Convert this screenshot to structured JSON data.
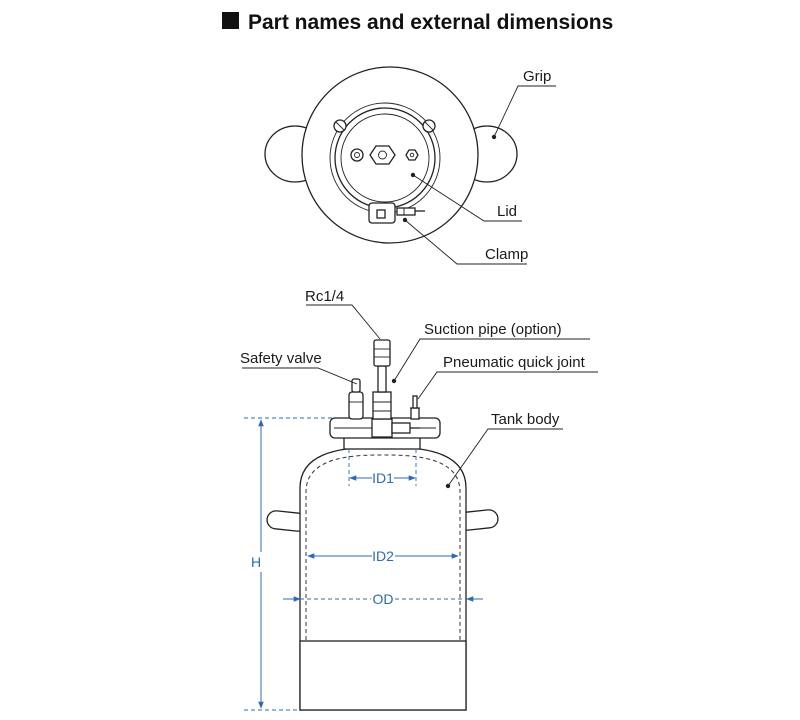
{
  "title": "Part names and external dimensions",
  "top_view": {
    "labels": {
      "grip": "Grip",
      "lid": "Lid",
      "clamp": "Clamp"
    }
  },
  "side_view": {
    "labels": {
      "rc": "Rc1/4",
      "suction_pipe": "Suction pipe (option)",
      "safety_valve": "Safety valve",
      "quick_joint": "Pneumatic quick joint",
      "tank_body": "Tank body"
    },
    "dimensions": {
      "id1": "ID1",
      "id2": "ID2",
      "od": "OD",
      "h": "H"
    }
  },
  "colors": {
    "dimension": "#2b6cb0",
    "outline": "#222222"
  }
}
